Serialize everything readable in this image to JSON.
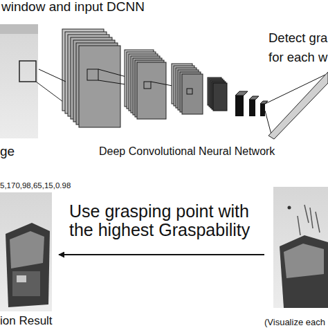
{
  "diagram": {
    "nodes": [
      {
        "text": [
          "ge"
        ]
      },
      {
        "text": [
          "Deep Convolutional Neural Network"
        ]
      },
      {
        "text": [
          "5,170,98,65,15,0.98",
          "ion Result"
        ]
      },
      {
        "text": [
          "(Visualize each"
        ]
      }
    ],
    "edges": [
      {
        "from": 0,
        "to": 1,
        "arrow": "none"
      },
      {
        "from": 3,
        "to": 2,
        "arrow": "to",
        "label": "Use grasping point with the highest Graspability"
      }
    ],
    "labels": [
      "window and input DCNN",
      "Detect gra",
      "for each w"
    ]
  }
}
